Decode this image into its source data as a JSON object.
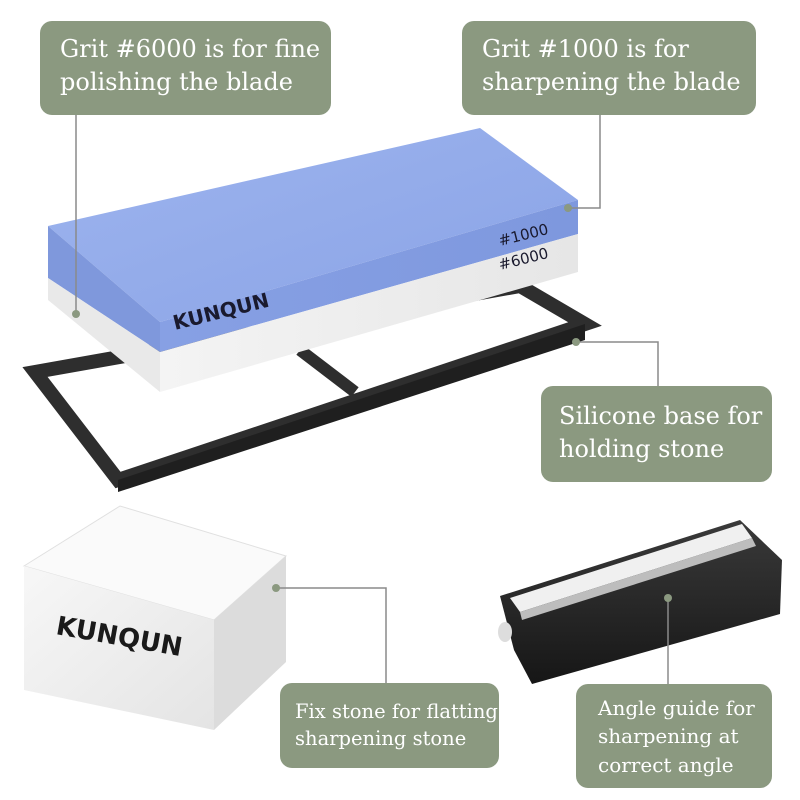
{
  "theme": {
    "callout_bg": "#8b9980",
    "leader_line": "#8a8a8a",
    "stone_blue": "#8fa9ea",
    "stone_white": "#f2f2f2",
    "base_black": "#2e2e2e"
  },
  "callouts": {
    "grit6000": [
      "Grit #6000 is for fine",
      "polishing the blade"
    ],
    "grit1000": [
      "Grit #1000 is for",
      "sharpening the blade"
    ],
    "base": [
      "Silicone base for",
      "holding stone"
    ],
    "fix_stone": [
      "Fix stone for flatting",
      "sharpening stone"
    ],
    "angle_guide": [
      "Angle guide for",
      "sharpening at",
      "correct angle"
    ]
  },
  "products": {
    "stone_brand": "KUNQUN",
    "grit_top": "#1000",
    "grit_bottom": "#6000",
    "fix_stone_brand": "KUNQUN"
  }
}
